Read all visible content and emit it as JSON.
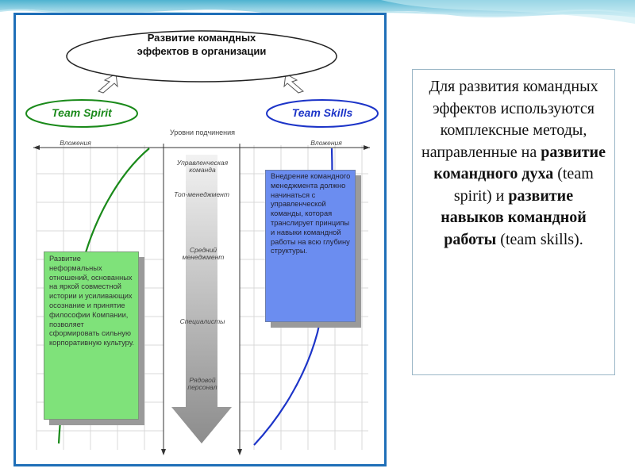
{
  "colors": {
    "frame": "#1f6fb8",
    "team_spirit": "#1a8a1a",
    "team_skills": "#1c34c8",
    "green_box": "#7fe27a",
    "blue_box": "#6b8df0",
    "wave": "#5bc0d8"
  },
  "diagram": {
    "title_line1": "Развитие командных",
    "title_line2": "эффектов в организации",
    "team_spirit": "Team Spirit",
    "team_skills": "Team Skills",
    "levels_header": "Уровни подчинения",
    "investments_left": "Вложения",
    "investments_right": "Вложения",
    "levels": [
      "Управленческая команда",
      "Топ-менеджмент",
      "Средний менеджмент",
      "Специалисты",
      "Рядовой персонал"
    ],
    "green_box_text": "Развитие неформальных отношений, основанных на яркой совместной истории и усиливающих осознание и принятие философии Компании, позволяет сформировать сильную корпоративную культуру.",
    "blue_box_text": "Внедрение командного менеджмента должно начинаться с управленческой команды, которая транслирует принципы и навыки командной работы на всю глубину структуры."
  },
  "slide_text": {
    "p1": "Для развития командных эффектов используются комплексные методы, направленные на",
    "b1": "развитие командного духа",
    "p2": "(team spirit) и",
    "b2": "развитие навыков командной работы",
    "p3": "(team skills)."
  }
}
